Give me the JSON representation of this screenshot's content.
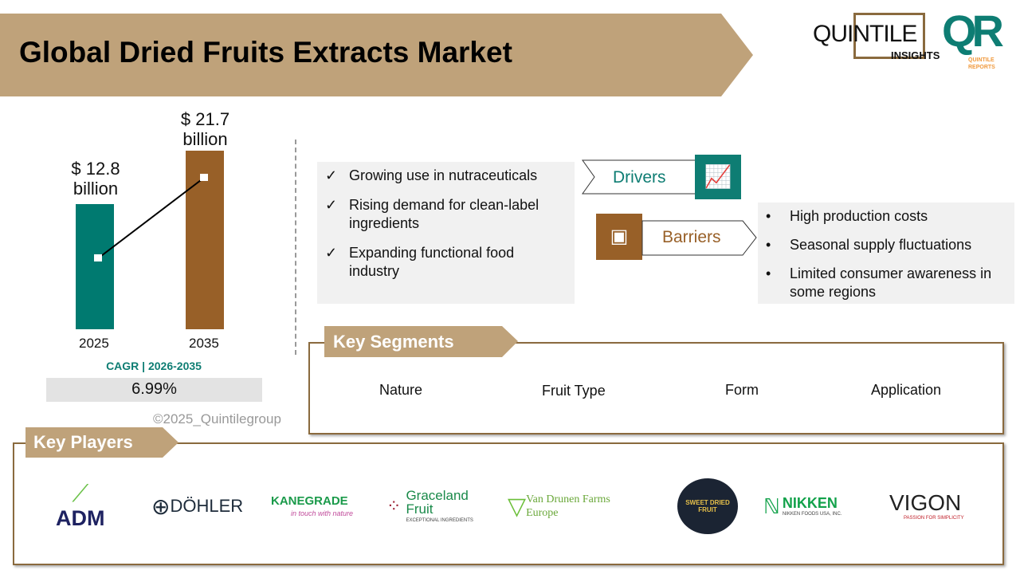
{
  "title": "Global Dried Fruits Extracts Market",
  "brand": {
    "name": "QUINTILE",
    "sub": "INSIGHTS",
    "qr": "QR",
    "qr_sub": "QUINTILE REPORTS"
  },
  "market": {
    "bars": [
      {
        "year": "2025",
        "value_line1": "$ 12.8",
        "value_line2": "billion",
        "value": 12.8,
        "color": "#007a70"
      },
      {
        "year": "2035",
        "value_line1": "$  21.7",
        "value_line2": "billion",
        "value": 21.7,
        "color": "#986028"
      }
    ],
    "cagr_label": "CAGR | 2026-2035",
    "cagr_value": "6.99%",
    "copyright": "©2025_Quintilegroup"
  },
  "drivers": {
    "label": "Drivers",
    "items": [
      "Growing use in nutraceuticals",
      "Rising demand for clean-label ingredients",
      "Expanding functional food industry"
    ]
  },
  "barriers": {
    "label": "Barriers",
    "items": [
      "High production costs",
      "Seasonal supply fluctuations",
      "Limited consumer awareness in some regions"
    ]
  },
  "segments": {
    "title": "Key Segments",
    "items": [
      "Nature",
      "Fruit Type",
      "Form",
      "Application"
    ]
  },
  "players": {
    "title": "Key Players",
    "items": [
      "ADM",
      "DÖHLER",
      "KANEGRADE",
      "Graceland Fruit",
      "Van Drunen Farms Europe",
      "SWEET DRIED FRUIT",
      "NIKKEN",
      "VIGON"
    ],
    "sublines": {
      "kanegrade": "in touch with nature",
      "graceland": "EXCEPTIONAL INGREDIENTS",
      "nikken": "NIKKEN FOODS USA, INC.",
      "vigon": "PASSION FOR SIMPLICITY"
    }
  },
  "colors": {
    "tan": "#bfa27a",
    "teal": "#007a70",
    "brown": "#986028"
  }
}
